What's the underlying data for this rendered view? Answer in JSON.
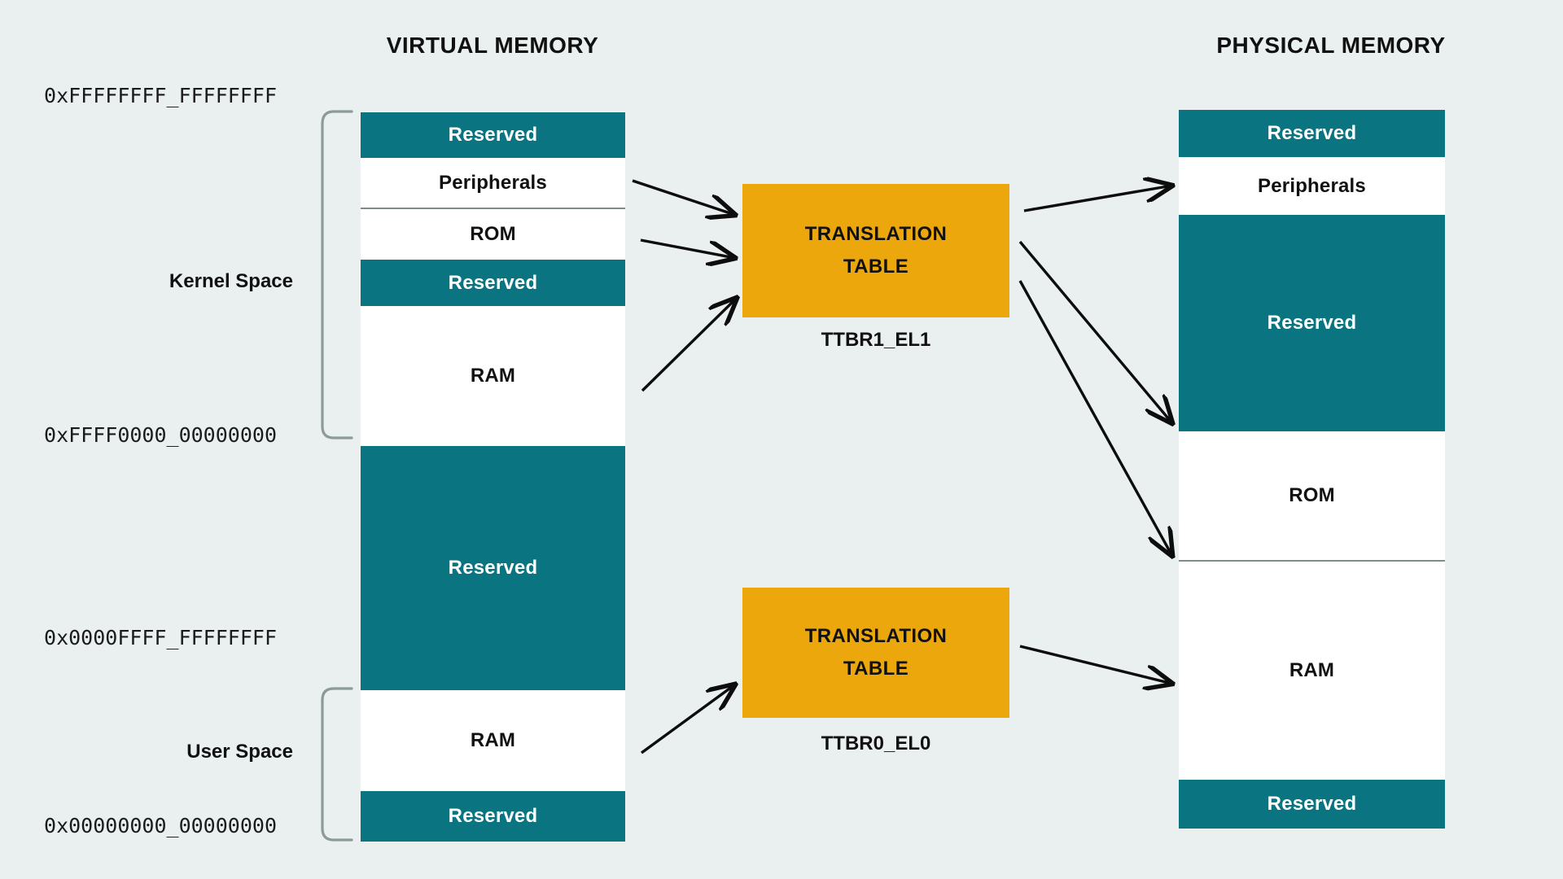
{
  "page": {
    "background_color": "#eaf0f0",
    "teal_color": "#0a7480",
    "amber_color": "#eba70b",
    "text_color": "#111111"
  },
  "headers": {
    "virtual": "VIRTUAL MEMORY",
    "physical": "PHYSICAL MEMORY"
  },
  "addresses": [
    {
      "label": "0xFFFFFFFF_FFFFFFFF"
    },
    {
      "label": "0xFFFF0000_00000000"
    },
    {
      "label": "0x0000FFFF_FFFFFFFF"
    },
    {
      "label": "0x00000000_00000000"
    }
  ],
  "spaces": [
    {
      "label": "Kernel Space"
    },
    {
      "label": "User Space"
    }
  ],
  "virtual_memory": {
    "blocks": [
      {
        "label": "Reserved",
        "fill": "teal"
      },
      {
        "label": "Peripherals",
        "fill": "white"
      },
      {
        "label": "ROM",
        "fill": "white"
      },
      {
        "label": "Reserved",
        "fill": "teal"
      },
      {
        "label": "RAM",
        "fill": "white"
      },
      {
        "label": "Reserved",
        "fill": "teal"
      },
      {
        "label": "RAM",
        "fill": "white"
      },
      {
        "label": "Reserved",
        "fill": "teal"
      }
    ]
  },
  "physical_memory": {
    "blocks": [
      {
        "label": "Reserved",
        "fill": "teal"
      },
      {
        "label": "Peripherals",
        "fill": "white"
      },
      {
        "label": "Reserved",
        "fill": "teal"
      },
      {
        "label": "ROM",
        "fill": "white"
      },
      {
        "label": "RAM",
        "fill": "white"
      },
      {
        "label": "Reserved",
        "fill": "teal"
      }
    ]
  },
  "translation_tables": [
    {
      "line1": "TRANSLATION",
      "line2": "TABLE",
      "caption": "TTBR1_EL1"
    },
    {
      "line1": "TRANSLATION",
      "line2": "TABLE",
      "caption": "TTBR0_EL0"
    }
  ]
}
